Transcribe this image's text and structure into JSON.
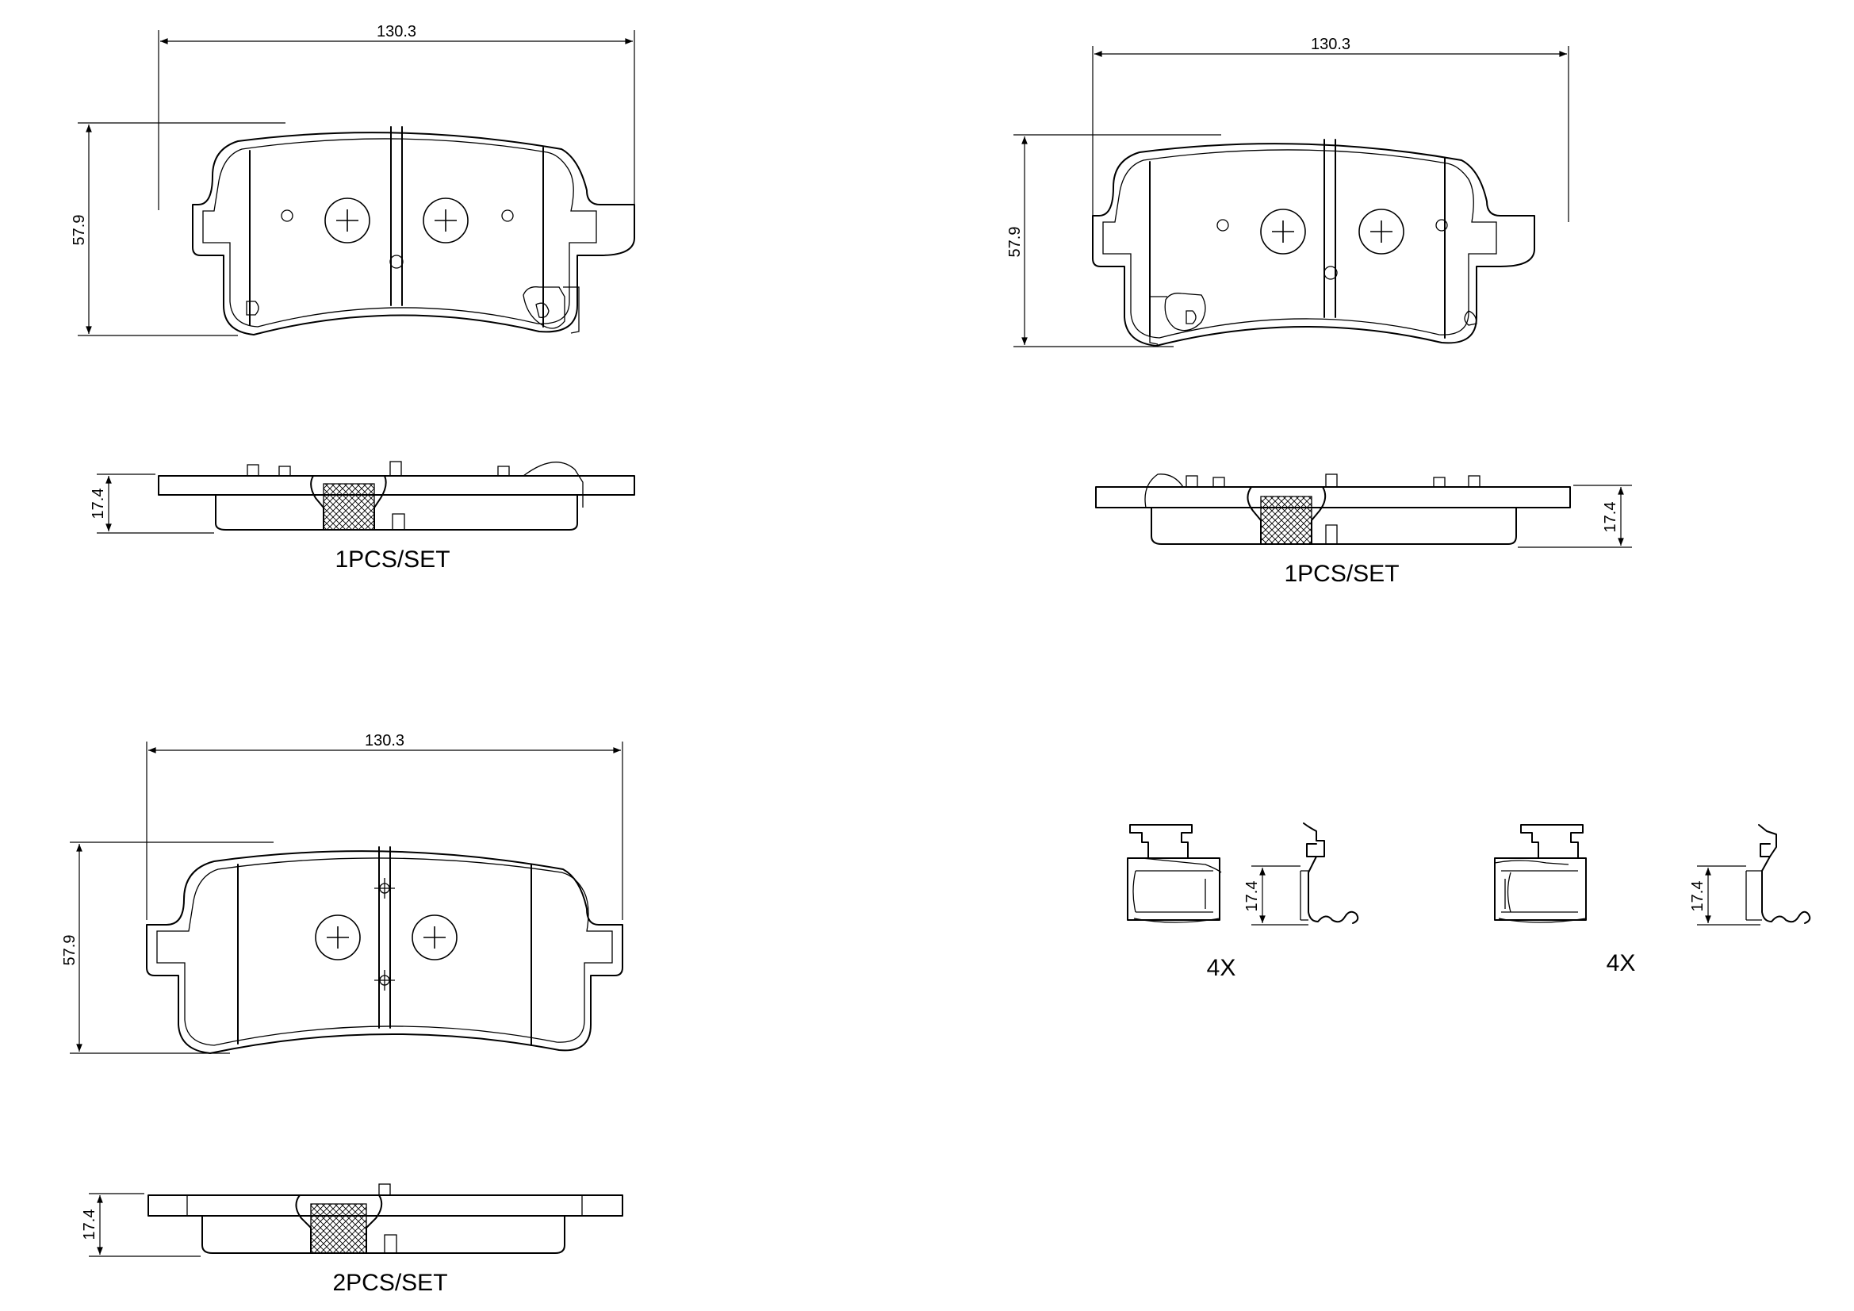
{
  "pads": [
    {
      "width_label": "130.3",
      "height_label": "57.9",
      "thickness_label": "17.4",
      "set_label": "1PCS/SET"
    },
    {
      "width_label": "130.3",
      "height_label": "57.9",
      "thickness_label": "17.4",
      "set_label": "1PCS/SET"
    },
    {
      "width_label": "130.3",
      "height_label": "57.9",
      "thickness_label": "17.4",
      "set_label": "2PCS/SET"
    }
  ],
  "clips": [
    {
      "height_label": "17.4",
      "qty_label": "4X"
    },
    {
      "height_label": "17.4",
      "qty_label": "4X"
    }
  ]
}
